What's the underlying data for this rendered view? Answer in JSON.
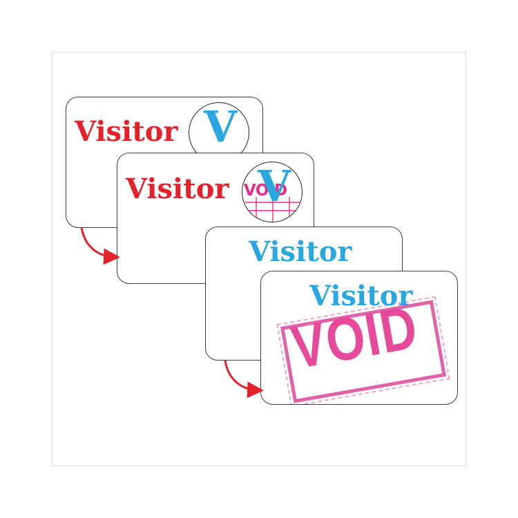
{
  "badges": [
    {
      "label": "Visitor",
      "mark": "V"
    },
    {
      "label": "Visitor",
      "mark": "V",
      "mark_overlay": "VOID"
    },
    {
      "label": "Visitor"
    },
    {
      "label": "Visitor",
      "stamp": "VOID"
    }
  ],
  "colors": {
    "red_text": "#e4222b",
    "blue_text": "#2aa7df",
    "void_pink": "#e64b9b",
    "arrow_red": "#e4222b"
  }
}
